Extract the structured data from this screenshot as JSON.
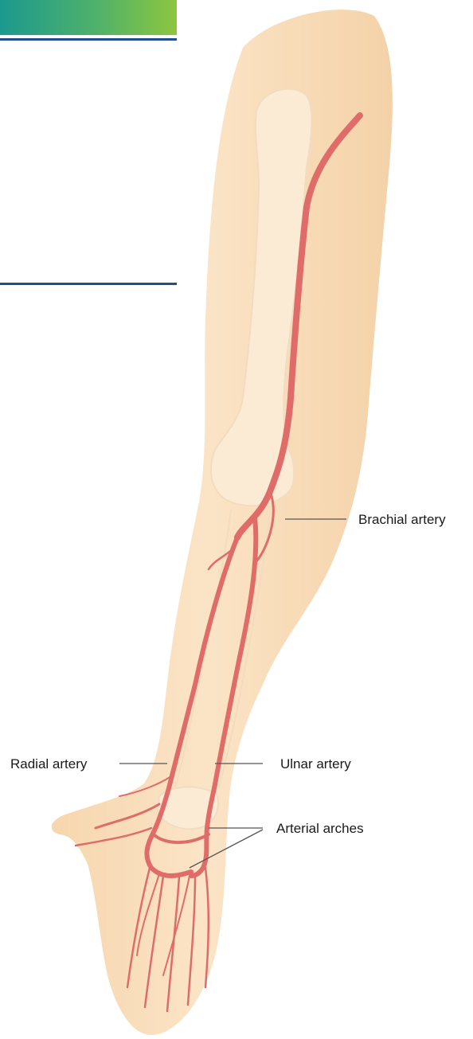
{
  "colors": {
    "header_gradient_start": "#1c9a8f",
    "header_gradient_end": "#8dc63f",
    "rule": "#1f4e8c",
    "skin": "#fbe3c2",
    "skin_shadow": "#f3cfa4",
    "bone_outline": "#f7f0e4",
    "artery": "#e06c6a",
    "artery_dark": "#c84f4e"
  },
  "labels": {
    "brachial": "Brachial artery",
    "radial": "Radial artery",
    "ulnar": "Ulnar artery",
    "arches": "Arterial arches"
  }
}
